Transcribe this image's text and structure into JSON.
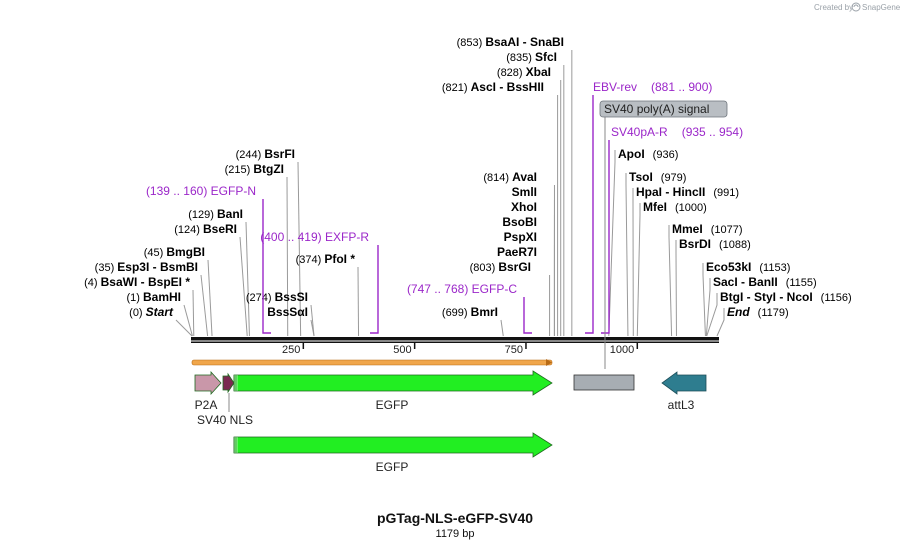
{
  "credit": {
    "text": "Created by",
    "brand": "SnapGene"
  },
  "plasmid": {
    "name": "pGTag-NLS-eGFP-SV40",
    "length_label": "1179 bp",
    "length": 1179
  },
  "scale_ticks": [
    {
      "value": 250,
      "label": "250"
    },
    {
      "value": 500,
      "label": "500"
    },
    {
      "value": 750,
      "label": "750"
    },
    {
      "value": 1000,
      "label": "1000"
    }
  ],
  "left_sites": [
    {
      "pos": "(0)",
      "name": "Start",
      "italic": true,
      "bp": 0
    },
    {
      "pos": "(1)",
      "name": "BamHI",
      "bp": 1
    },
    {
      "pos": "(4)",
      "name": "BsaWI  -  BspEI *",
      "bp": 4
    },
    {
      "pos": "(35)",
      "name": "Esp3I  -  BsmBI",
      "bp": 35
    },
    {
      "pos": "(45)",
      "name": "BmgBI",
      "bp": 45
    },
    {
      "pos": "(124)",
      "name": "BseRI",
      "bp": 124
    },
    {
      "pos": "(129)",
      "name": "BanI",
      "bp": 129
    },
    {
      "pos": "(215)",
      "name": "BtgZI",
      "bp": 215
    },
    {
      "pos": "(244)",
      "name": "BsrFI",
      "bp": 244
    },
    {
      "pos": "(274)",
      "name": "BssSI",
      "bp": 274
    },
    {
      "name": "BssSαI",
      "bp": 274
    },
    {
      "pos": "(374)",
      "name": "PfoI *",
      "bp": 374
    },
    {
      "pos": "(699)",
      "name": "BmrI",
      "bp": 699
    },
    {
      "pos": "(803)",
      "name": "BsrGI",
      "bp": 803
    },
    {
      "name": "PaeR7I",
      "bp": 814
    },
    {
      "name": "PspXI",
      "bp": 814
    },
    {
      "name": "BsoBI",
      "bp": 814
    },
    {
      "name": "XhoI",
      "bp": 814
    },
    {
      "name": "SmlI",
      "bp": 814
    },
    {
      "pos": "(814)",
      "name": "AvaI",
      "bp": 814
    },
    {
      "pos": "(821)",
      "name": "AscI  -  BssHII",
      "bp": 821
    },
    {
      "pos": "(828)",
      "name": "XbaI",
      "bp": 828
    },
    {
      "pos": "(835)",
      "name": "SfcI",
      "bp": 835
    },
    {
      "pos": "(853)",
      "name": "BsaAI  -  SnaBI",
      "bp": 853
    }
  ],
  "right_sites": [
    {
      "name": "ApoI",
      "pos": "(936)",
      "bp": 936
    },
    {
      "name": "TsoI",
      "pos": "(979)",
      "bp": 979
    },
    {
      "name": "HpaI  -  HincII",
      "pos": "(991)",
      "bp": 991
    },
    {
      "name": "MfeI",
      "pos": "(1000)",
      "bp": 1000
    },
    {
      "name": "MmeI",
      "pos": "(1077)",
      "bp": 1077
    },
    {
      "name": "BsrDI",
      "pos": "(1088)",
      "bp": 1088
    },
    {
      "name": "Eco53kI",
      "pos": "(1153)",
      "bp": 1153
    },
    {
      "name": "SacI  -  BanII",
      "pos": "(1155)",
      "bp": 1155
    },
    {
      "name": "BtgI  -  StyI  -  NcoI",
      "pos": "(1156)",
      "bp": 1156
    },
    {
      "name": "End",
      "pos": "(1179)",
      "italic": true,
      "bp": 1179
    }
  ],
  "primers": [
    {
      "range": "(139 .. 160)",
      "name": "EGFP-N",
      "start": 139,
      "end": 160
    },
    {
      "range": "(400 .. 419)",
      "name": "EXFP-R",
      "start": 400,
      "end": 419
    },
    {
      "range": "(747 .. 768)",
      "name": "EGFP-C",
      "start": 747,
      "end": 768
    },
    {
      "name": "EBV-rev",
      "range": "(881 .. 900)",
      "start": 881,
      "end": 900
    },
    {
      "name": "SV40pA-R",
      "range": "(935 .. 954)",
      "start": 935,
      "end": 954
    }
  ],
  "features": [
    {
      "name": "P2A",
      "type": "arrow",
      "color": "#c997a9",
      "start": 1,
      "end": 66
    },
    {
      "name": "SV40 NLS",
      "type": "arrow",
      "color": "#7a2a50",
      "start": 67,
      "end": 94
    },
    {
      "name": "EGFP",
      "type": "arrow",
      "color": "#22ee22",
      "start": 95,
      "end": 813
    },
    {
      "name": "SV40 poly(A) signal",
      "type": "box",
      "color": "#a7adb3",
      "start": 856,
      "end": 990
    },
    {
      "name": "attL3",
      "type": "arrow-rev",
      "color": "#2e7d8f",
      "start": 1050,
      "end": 1146
    },
    {
      "name": "EGFP",
      "type": "arrow",
      "color": "#22ee22",
      "start": 95,
      "end": 813,
      "row": 2
    }
  ],
  "colors": {
    "primer": "#9b27c9",
    "orf_bar": "#f0a64b",
    "backbone": "#111111"
  }
}
